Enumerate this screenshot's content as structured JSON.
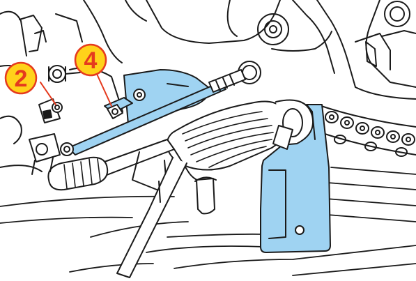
{
  "figure": {
    "callouts": [
      {
        "label": "2",
        "target": "shift-lever-pinch-bolt"
      },
      {
        "label": "4",
        "target": "shift-rod-upper-nut"
      }
    ],
    "highlighted_parts": [
      "shift-pedal-bracket",
      "footpeg-mounting-plate",
      "shift-linkage-rod"
    ],
    "colors": {
      "highlight": "#9fd3f2",
      "callout_fill": "#ffd21a",
      "callout_stroke": "#e53a1e",
      "line": "#1a1a1a",
      "background": "#ffffff"
    },
    "icons": [
      "callout-circle-icon"
    ]
  }
}
